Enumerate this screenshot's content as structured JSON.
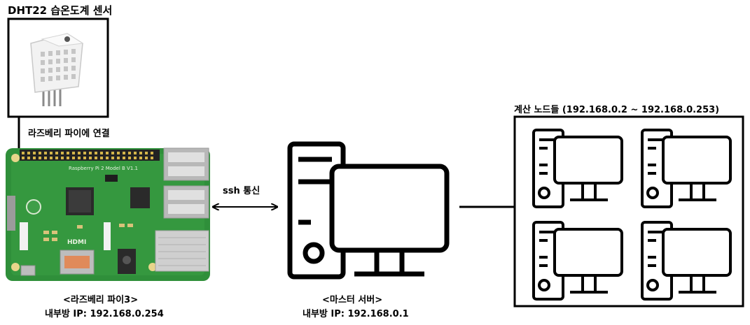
{
  "sensor": {
    "title": "DHT22 습온도계 센서",
    "connect_label": "라즈베리 파이에 연결"
  },
  "raspberry_pi": {
    "name": "<라즈베리 파이3>",
    "ip": "내부방 IP: 192.168.0.254",
    "board_text": "Raspberry Pi 2 Model B V1.1",
    "hdmi_text": "HDMI"
  },
  "link": {
    "label": "ssh 통신"
  },
  "master": {
    "name": "<마스터 서버>",
    "ip": "내부방 IP: 192.168.0.1"
  },
  "nodes": {
    "title": "계산 노드들 (192.168.0.2  ~ 192.168.0.253)",
    "count": 4
  },
  "colors": {
    "pcb_green": "#2f8f3a",
    "pcb_dark": "#1f6e2a",
    "metal": "#c8c8c8",
    "line": "#000000"
  }
}
